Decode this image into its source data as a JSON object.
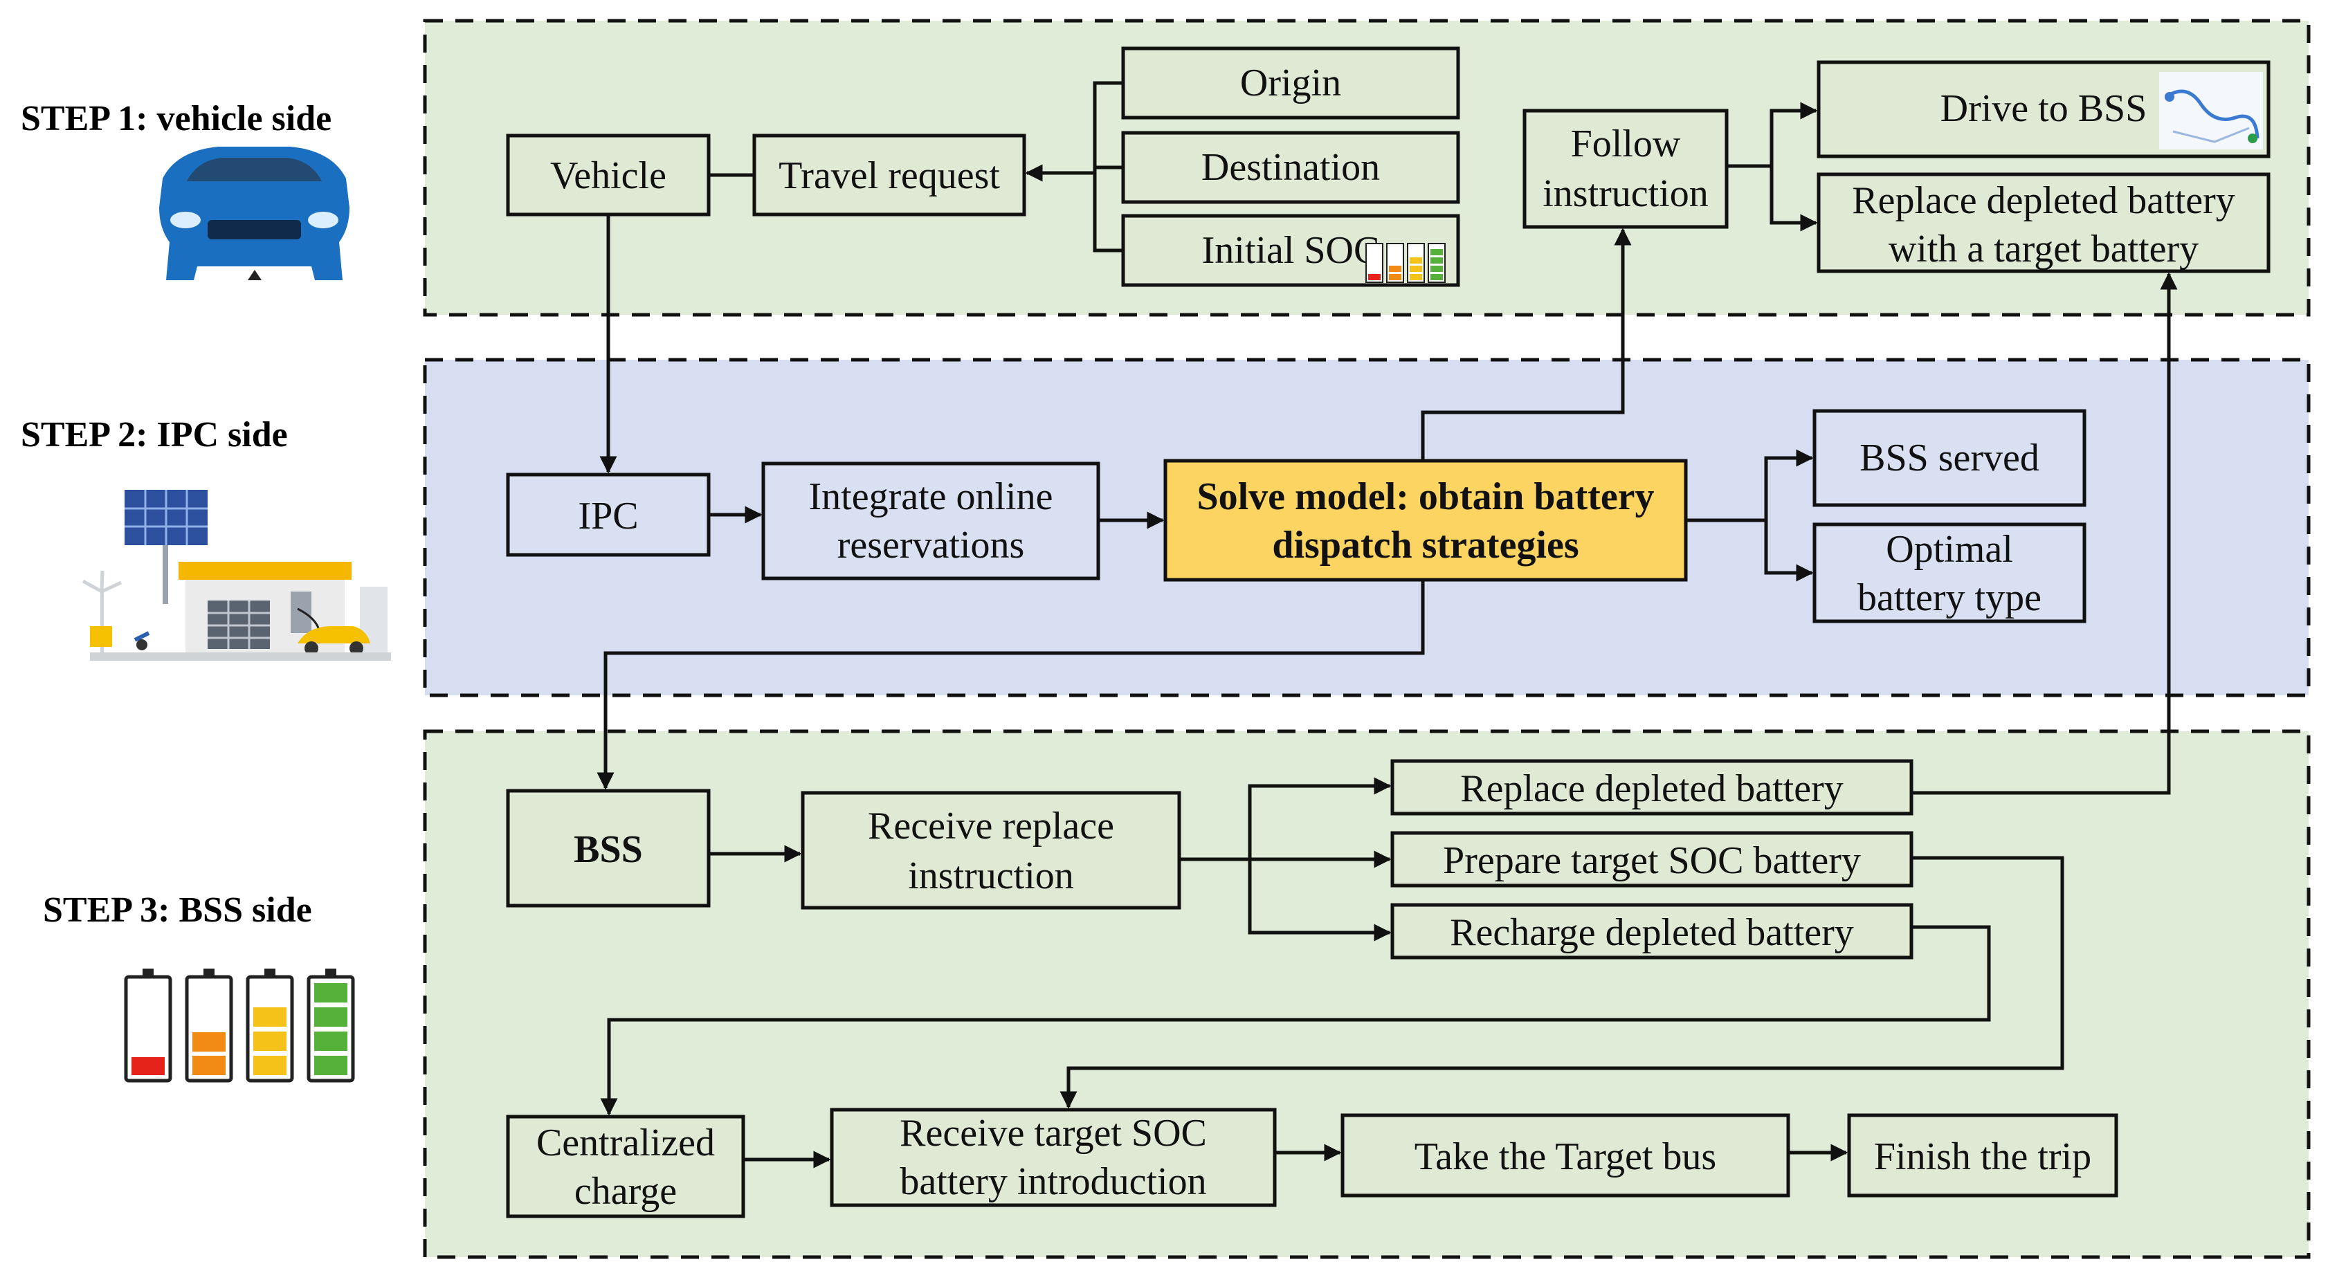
{
  "steps": [
    "STEP 1: vehicle side",
    "STEP 2: IPC side",
    "STEP 3: BSS side"
  ],
  "nodes": {
    "vehicle": "Vehicle",
    "travel_request": "Travel request",
    "origin": "Origin",
    "destination": "Destination",
    "initial_soc": "Initial SOC",
    "follow_instruction": [
      "Follow",
      "instruction"
    ],
    "drive_to_bss": "Drive to BSS",
    "replace_with_target": [
      "Replace depleted battery",
      "with a target battery"
    ],
    "ipc": "IPC",
    "integrate_reservations": [
      "Integrate online",
      "reservations"
    ],
    "solve_model": [
      "Solve model: obtain battery",
      "dispatch strategies"
    ],
    "bss_served": "BSS served",
    "optimal_battery_type": [
      "Optimal",
      "battery type"
    ],
    "bss": "BSS",
    "receive_replace": [
      "Receive replace",
      "instruction"
    ],
    "replace_depleted": "Replace depleted battery",
    "prepare_target": "Prepare target SOC battery",
    "recharge_depleted": "Recharge depleted battery",
    "centralized_charge": [
      "Centralized",
      "charge"
    ],
    "receive_target": [
      "Receive target SOC",
      "battery introduction"
    ],
    "take_target_bus": "Take the Target bus",
    "finish_trip": "Finish the trip"
  },
  "colors": {
    "panel_green": "#e1ecd8",
    "panel_blue": "#d7def1",
    "highlight": "#fcd462"
  },
  "icons": [
    "car-icon",
    "battery-swap-station-icon",
    "battery-levels-icon",
    "mini-battery-icon",
    "route-map-icon"
  ]
}
